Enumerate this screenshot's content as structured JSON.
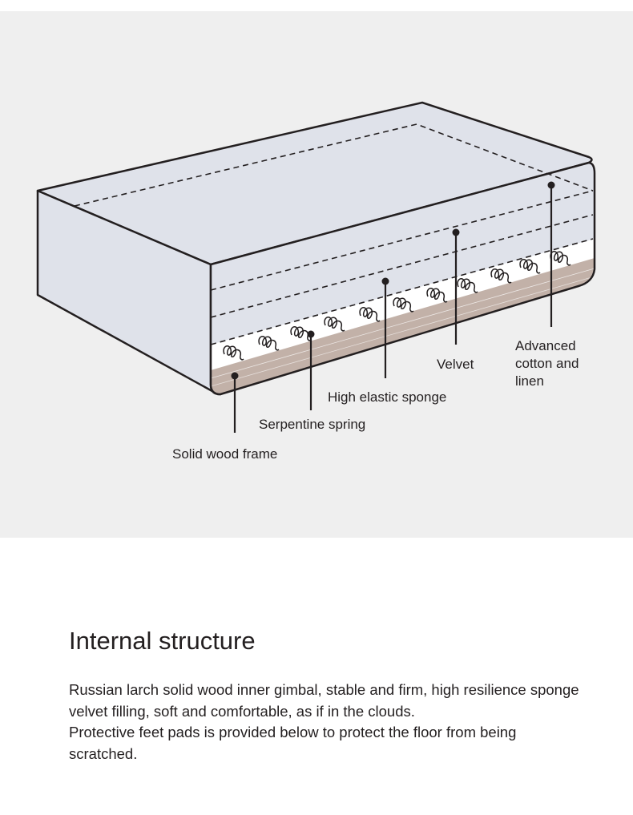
{
  "diagram": {
    "colors": {
      "panel_background": "#efefef",
      "body_fill": "#dfe2ea",
      "wood": "#c2b1a8",
      "outline": "#231f20"
    },
    "labels": {
      "advanced_cotton_linen": "Advanced cotton and linen",
      "velvet": "Velvet",
      "high_elastic_sponge": "High elastic sponge",
      "serpentine_spring": "Serpentine spring",
      "solid_wood_frame": "Solid wood frame"
    },
    "icons": [
      "spring-coil-icon",
      "callout-dot-icon"
    ]
  },
  "content": {
    "title": "Internal structure",
    "paragraphs": [
      "Russian larch solid wood inner gimbal, stable and firm, high resilience sponge velvet filling, soft and comfortable, as if in the clouds.",
      "Protective feet pads is provided below to protect the floor from being scratched."
    ]
  }
}
